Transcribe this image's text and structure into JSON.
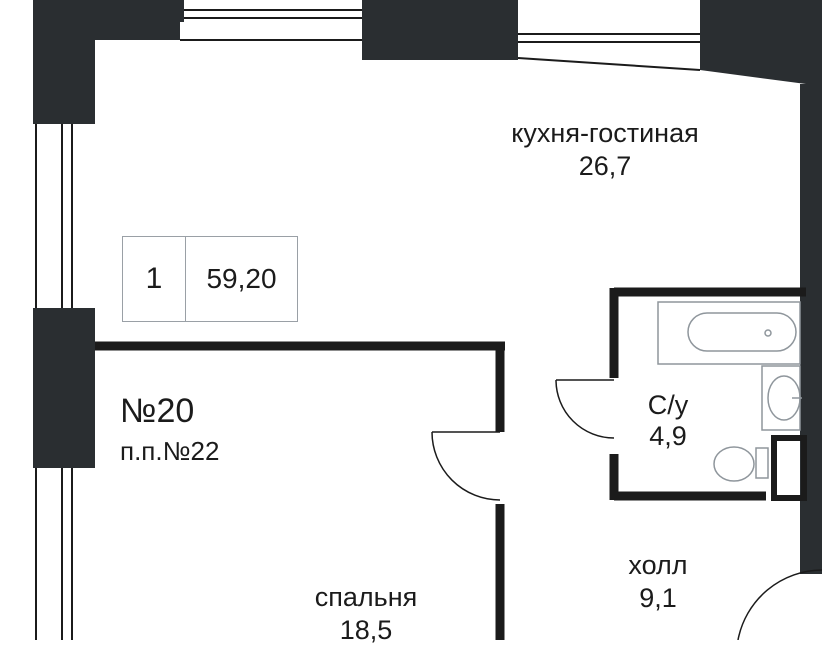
{
  "apartment": {
    "rooms_count": "1",
    "total_area": "59,20",
    "number": "№20",
    "pp_number": "п.п.№22"
  },
  "rooms": {
    "kitchen_living": {
      "name": "кухня-гостиная",
      "area": "26,7"
    },
    "bathroom": {
      "name": "С/у",
      "area": "4,9"
    },
    "hall": {
      "name": "холл",
      "area": "9,1"
    },
    "bedroom": {
      "name": "спальня",
      "area": "18,5"
    }
  },
  "colors": {
    "wall": "#2a2e31",
    "line": "#1b1b1b",
    "thin": "#8f969c"
  }
}
